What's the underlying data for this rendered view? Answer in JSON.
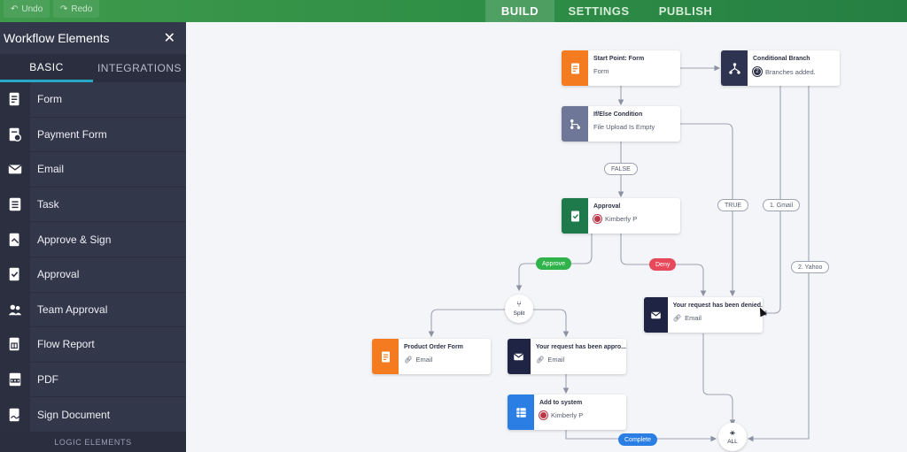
{
  "toolbar": {
    "undo_label": "Undo",
    "redo_label": "Redo"
  },
  "tabs": [
    {
      "label": "BUILD",
      "active": true
    },
    {
      "label": "SETTINGS",
      "active": false
    },
    {
      "label": "PUBLISH",
      "active": false
    }
  ],
  "sidebar": {
    "title": "Workflow Elements",
    "close": "✕",
    "tabs": [
      {
        "label": "BASIC",
        "active": true
      },
      {
        "label": "INTEGRATIONS",
        "active": false
      }
    ],
    "items": [
      {
        "label": "Form",
        "icon": "form-icon"
      },
      {
        "label": "Payment Form",
        "icon": "payment-form-icon"
      },
      {
        "label": "Email",
        "icon": "email-icon"
      },
      {
        "label": "Task",
        "icon": "task-icon"
      },
      {
        "label": "Approve & Sign",
        "icon": "approve-sign-icon"
      },
      {
        "label": "Approval",
        "icon": "approval-icon"
      },
      {
        "label": "Team Approval",
        "icon": "team-approval-icon"
      },
      {
        "label": "Flow Report",
        "icon": "flow-report-icon"
      },
      {
        "label": "PDF",
        "icon": "pdf-icon"
      },
      {
        "label": "Sign Document",
        "icon": "sign-document-icon"
      }
    ],
    "footer": "LOGIC ELEMENTS"
  },
  "nodes": {
    "start": {
      "title": "Start Point: Form",
      "sub": "Form",
      "color": "#f47b20"
    },
    "conditional": {
      "title": "Conditional Branch",
      "sub": "Branches added.",
      "badge": "2",
      "color": "#2d3351"
    },
    "ifelse": {
      "title": "If/Else Condition",
      "sub": "File Upload Is Empty",
      "color": "#6e7797"
    },
    "approval": {
      "title": "Approval",
      "sub": "Kimberly P",
      "color": "#1e7a4b"
    },
    "denied": {
      "title": "Your request has been denied.",
      "sub": "Email",
      "color": "#1f2445"
    },
    "product": {
      "title": "Product Order Form",
      "sub": "Email",
      "color": "#f47b20"
    },
    "approved": {
      "title": "Your request has been appro...",
      "sub": "Email",
      "color": "#1f2445"
    },
    "addsystem": {
      "title": "Add to system",
      "sub": "Kimberly P",
      "color": "#2b7ee3"
    }
  },
  "labels": {
    "false": "FALSE",
    "true": "TRUE",
    "gmail": "1. Gmail",
    "yahoo": "2. Yahoo",
    "approve": "Approve",
    "deny": "Deny",
    "complete": "Complete",
    "split": "Split",
    "all": "ALL"
  }
}
